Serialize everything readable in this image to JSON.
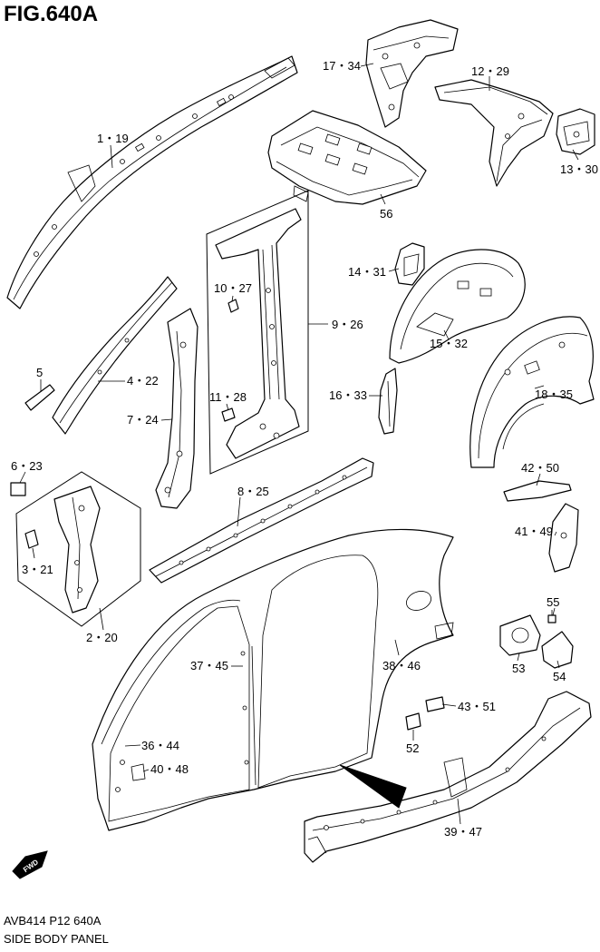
{
  "figure": {
    "title": "FIG.640A",
    "code": "AVB414 P12 640A",
    "name": "SIDE BODY PANEL"
  },
  "fwd_label": "FWD",
  "callouts": [
    {
      "id": "c1",
      "text": "1・19"
    },
    {
      "id": "c2",
      "text": "17・34"
    },
    {
      "id": "c3",
      "text": "12・29"
    },
    {
      "id": "c4",
      "text": "13・30"
    },
    {
      "id": "c5",
      "text": "56"
    },
    {
      "id": "c6",
      "text": "10・27"
    },
    {
      "id": "c7",
      "text": "9・26"
    },
    {
      "id": "c8",
      "text": "14・31"
    },
    {
      "id": "c9",
      "text": "15・32"
    },
    {
      "id": "c10",
      "text": "5"
    },
    {
      "id": "c11",
      "text": "4・22"
    },
    {
      "id": "c12",
      "text": "11・28"
    },
    {
      "id": "c13",
      "text": "16・33"
    },
    {
      "id": "c14",
      "text": "18・35"
    },
    {
      "id": "c15",
      "text": "7・24"
    },
    {
      "id": "c16",
      "text": "6・23"
    },
    {
      "id": "c17",
      "text": "42・50"
    },
    {
      "id": "c18",
      "text": "8・25"
    },
    {
      "id": "c19",
      "text": "41・49"
    },
    {
      "id": "c20",
      "text": "3・21"
    },
    {
      "id": "c21",
      "text": "55"
    },
    {
      "id": "c22",
      "text": "2・20"
    },
    {
      "id": "c23",
      "text": "37・45"
    },
    {
      "id": "c24",
      "text": "38・46"
    },
    {
      "id": "c25",
      "text": "53"
    },
    {
      "id": "c26",
      "text": "54"
    },
    {
      "id": "c27",
      "text": "43・51"
    },
    {
      "id": "c28",
      "text": "36・44"
    },
    {
      "id": "c29",
      "text": "52"
    },
    {
      "id": "c30",
      "text": "40・48"
    },
    {
      "id": "c31",
      "text": "39・47"
    }
  ]
}
